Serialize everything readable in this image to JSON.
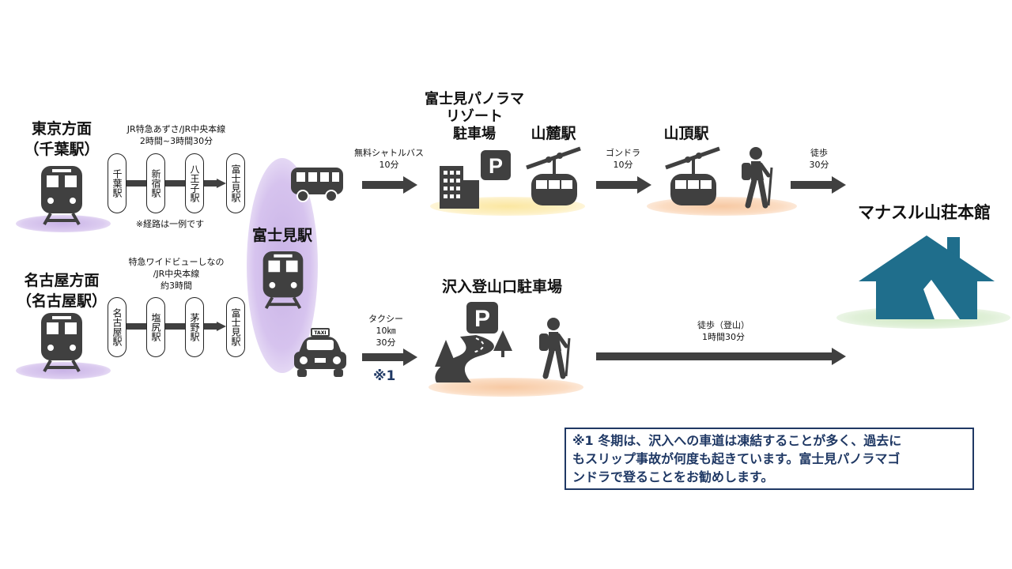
{
  "origins": {
    "tokyo": "東京方面\n（千葉駅）",
    "nagoya": "名古屋方面\n（名古屋駅）"
  },
  "tokyo_route": {
    "service": "JR特急あずさ/JR中央本線\n2時間~3時間30分",
    "stations": [
      "千葉駅",
      "新宿駅",
      "八王子駅",
      "富士見駅"
    ],
    "note": "※経路は一例です"
  },
  "nagoya_route": {
    "service": "特急ワイドビューしなの\n/JR中央本線\n約3時間",
    "stations": [
      "名古屋駅",
      "塩尻駅",
      "茅野駅",
      "富士見駅"
    ]
  },
  "hub": {
    "label": "富士見駅"
  },
  "shuttle": {
    "label": "無料シャトルバス\n10分"
  },
  "taxi": {
    "label": "タクシー\n10㎞\n30分",
    "footnote_ref": "※1",
    "sign": "TAXI"
  },
  "resort_parking": {
    "label": "富士見パノラマ\nリゾート\n駐車場"
  },
  "base_station": {
    "label": "山麓駅"
  },
  "gondola": {
    "label": "ゴンドラ\n10分"
  },
  "summit_station": {
    "label": "山頂駅"
  },
  "walk_top": {
    "label": "徒歩\n30分"
  },
  "destination": {
    "label": "マナスル山荘本館"
  },
  "trailhead_parking": {
    "label": "沢入登山口駐車場"
  },
  "walk_bottom": {
    "label": "徒歩（登山）\n1時間30分"
  },
  "note": {
    "text": "※1 冬期は、沢入への車道は凍結することが多く、過去に\nもスリップ事故が何度も起きています。富士見パノラマゴ\nンドラで登ることをお勧めします。"
  },
  "colors": {
    "icon": "#404040",
    "house": "#1f6e8c",
    "note": "#1f3864",
    "purple_glow": "#c9b3e6",
    "yellow_glow": "#fbe7a1",
    "orange_glow": "#f7c9a3",
    "green_glow": "#cfe8c2"
  },
  "icons": [
    "train-icon",
    "bus-icon",
    "taxi-icon",
    "building-icon",
    "parking-icon",
    "gondola-icon",
    "hiker-icon",
    "house-icon",
    "trees-road-icon"
  ]
}
